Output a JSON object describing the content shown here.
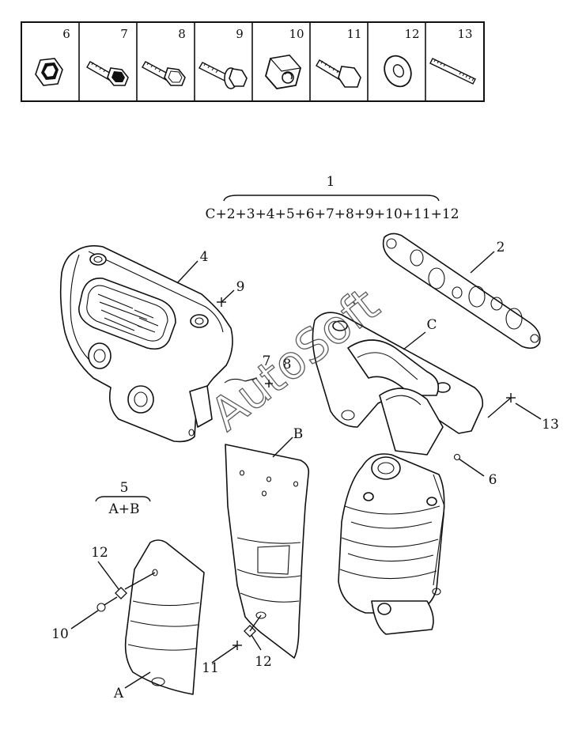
{
  "legend": {
    "cells": [
      {
        "number": "6",
        "icon": "flange-nut-icon"
      },
      {
        "number": "7",
        "icon": "flange-bolt-icon"
      },
      {
        "number": "8",
        "icon": "flange-bolt-icon"
      },
      {
        "number": "9",
        "icon": "washer-bolt-icon"
      },
      {
        "number": "10",
        "icon": "hex-nut-icon"
      },
      {
        "number": "11",
        "icon": "hex-bolt-icon"
      },
      {
        "number": "12",
        "icon": "washer-icon"
      },
      {
        "number": "13",
        "icon": "stud-icon"
      }
    ]
  },
  "assembly": {
    "number": "1",
    "formula": "C+2+3+4+5+6+7+8+9+10+11+12"
  },
  "subassembly": {
    "number": "5",
    "formula": "A+B"
  },
  "callouts": {
    "heat_shield_upper": "4",
    "bolt_9": "9",
    "gasket": "2",
    "manifold": "C",
    "bolt_7": "7",
    "bolt_8": "8",
    "stud": "13",
    "nut": "6",
    "lower_shield_b": "B",
    "washer_left": "12",
    "nut_left": "10",
    "bolt_bottom": "11",
    "washer_bottom": "12",
    "lower_shield_a": "A"
  },
  "watermark": "AutoSoft"
}
